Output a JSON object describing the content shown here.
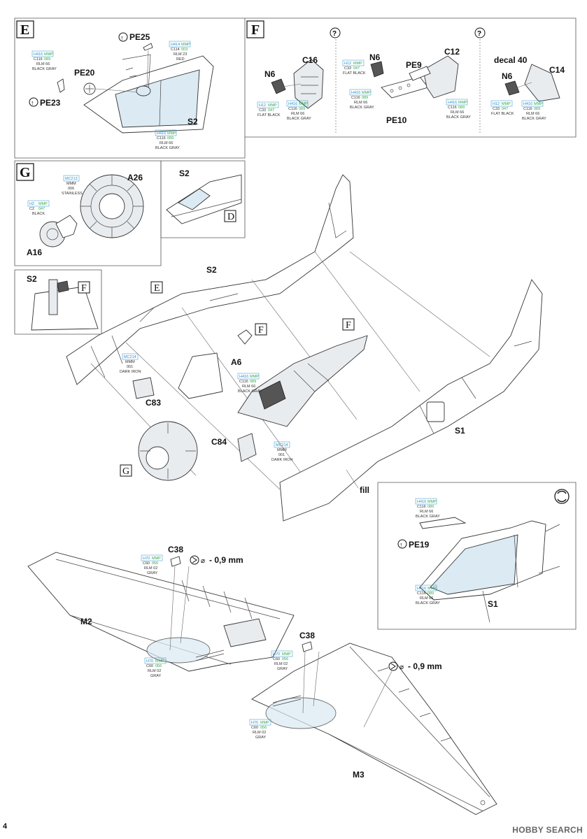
{
  "page_number": "4",
  "watermark": "HOBBY SEARCH",
  "steps": {
    "E": {
      "letter": "E"
    },
    "F": {
      "letter": "F"
    },
    "G": {
      "letter": "G"
    }
  },
  "ref_letters": [
    "E",
    "F",
    "D",
    "F",
    "F",
    "G"
  ],
  "question_mark": "?",
  "parts": {
    "PE25": "PE25",
    "PE20": "PE20",
    "PE23": "PE23",
    "S2": "S2",
    "C16": "C16",
    "N6": "N6",
    "C12": "C12",
    "PE9": "PE9",
    "PE10": "PE10",
    "decal40": "decal 40",
    "C14": "C14",
    "A26": "A26",
    "A16": "A16",
    "A6": "A6",
    "C83": "C83",
    "C84": "C84",
    "S1": "S1",
    "fill": "fill",
    "PE19": "PE19",
    "C38": "C38",
    "M2": "M2",
    "M3": "M3",
    "drill": "- 0,9 mm",
    "drill_symbol": "⌀"
  },
  "paints": {
    "rlm66": {
      "l1a": "H416",
      "l1b": "MMP",
      "l2a": "C116",
      "l2b": "089",
      "l3": "RLM 66",
      "l4": "BLACK GRAY"
    },
    "rlm23": {
      "l1a": "H414",
      "l1b": "MMP",
      "l2a": "C114",
      "l2b": "003",
      "l3": "RLM 23",
      "l4": "RED"
    },
    "flatblack": {
      "l1a": "H12",
      "l1b": "MMP",
      "l2a": "C33",
      "l2b": "047",
      "l3": "FLAT BLACK",
      "l4": ""
    },
    "stainless": {
      "l1a": "MC213",
      "l1b": "",
      "l2a": "MMM",
      "l2b": "",
      "l3": "006",
      "l4": "STAINLESS"
    },
    "black": {
      "l1a": "H2",
      "l1b": "MMP",
      "l2a": "C2",
      "l2b": "047",
      "l3": "BLACK",
      "l4": ""
    },
    "darkiron": {
      "l1a": "MC214",
      "l1b": "",
      "l2a": "MMM",
      "l2b": "",
      "l3": "001",
      "l4": "DARK IRON"
    },
    "rlm02": {
      "l1a": "H70",
      "l1b": "MMP",
      "l2a": "C60",
      "l2b": "056",
      "l3": "RLM 02",
      "l4": "GRAY"
    }
  },
  "colors": {
    "paint_blue": "#2a8fc9",
    "paint_green": "#2fa84f",
    "canopy": "#dbeaf3"
  }
}
